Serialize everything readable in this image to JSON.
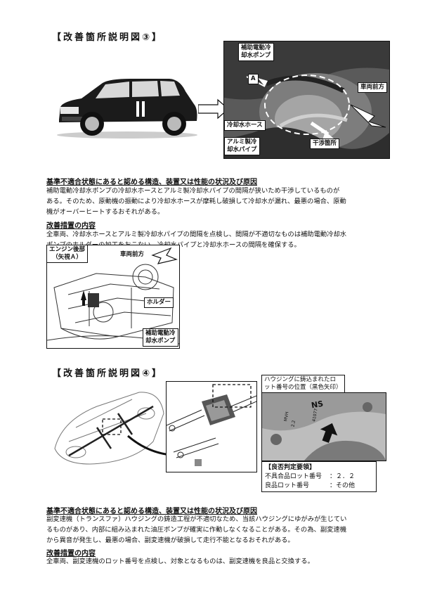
{
  "section3": {
    "title": "【改善箇所説明図③】",
    "photo_labels": {
      "pump": [
        "補助電動冷",
        "却水ポンプ"
      ],
      "view_a": "A",
      "vehicle_front": "車両前方",
      "hose": "冷却水ホース",
      "pipe": [
        "アルミ製冷",
        "却水パイプ"
      ],
      "interference": "干渉箇所"
    },
    "defect_heading": "基準不適合状態にあると認める構造、装置又は性能の状況及び原因",
    "defect_text": [
      "補助電動冷却水ポンプの冷却水ホースとアルミ製冷却水パイプの間隔が狭いため干渉しているものが",
      "ある。そのため、原動機の振動により冷却水ホースが摩耗し破損して冷却水が漏れ、最悪の場合、原動",
      "機がオーバーヒートするおそれがある。"
    ],
    "fix_heading": "改善措置の内容",
    "fix_text": [
      "全車両、冷却水ホースとアルミ製冷却水パイプの間隔を点検し、間隔が不適切なものは補助電動冷却水",
      "ポンプのホルダーの加工をおこない、冷却水パイプと冷却水ホースの間隔を確保する。"
    ],
    "engine_labels": {
      "engine_rear": [
        "エンジン後部",
        "（矢視Ａ）"
      ],
      "vehicle_front": "車両前方",
      "holder": "ホルダー",
      "pump": [
        "補助電動冷",
        "却水ポンプ"
      ]
    }
  },
  "section4": {
    "title": "【改善箇所説明図④】",
    "housing_label": [
      "ハウジングに鋳込まれたロ",
      "ット番号の位置（黒色矢印）"
    ],
    "casting_marks": [
      "NS",
      "41077",
      "2.2",
      "MVH"
    ],
    "judgment": {
      "title": "【良否判定要領】",
      "rows": [
        {
          "label": "不具合品ロット番号",
          "value": "：２．２"
        },
        {
          "label": "良品ロット番号",
          "value": "：その他"
        }
      ]
    },
    "defect_heading": "基準不適合状態にあると認める構造、装置又は性能の状況及び原因",
    "defect_text": [
      "副変速機（トランスファ）ハウジングの鋳造工程が不適切なため、当該ハウジングにゆがみが生じてい",
      "るものがあり、内部に組み込まれた油圧ポンプが確実に作動しなくなることがある。その為、副変速機",
      "から異音が発生し、最悪の場合、副変速機が破損して走行不能となるおそれがある。"
    ],
    "fix_heading": "改善措置の内容",
    "fix_text": [
      "全車両、副変速機のロット番号を点検し、対象となるものは、副変速機を良品と交換する。"
    ]
  }
}
